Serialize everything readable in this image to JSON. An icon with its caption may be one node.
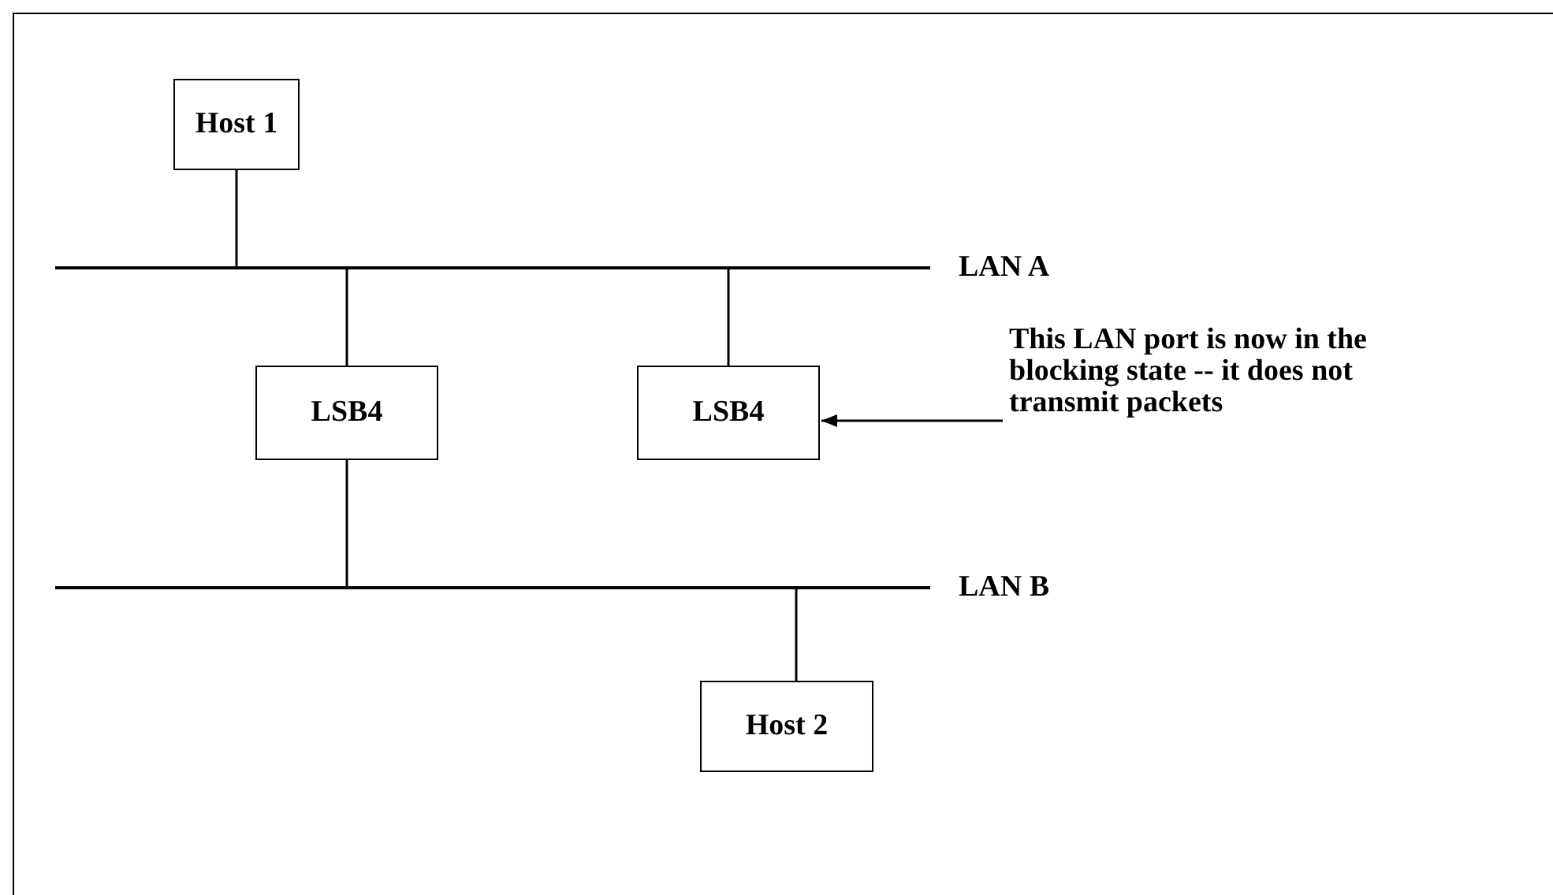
{
  "diagram": {
    "nodes": [
      {
        "text": [
          "Host 1"
        ]
      },
      {
        "text": [
          "LAN A"
        ]
      },
      {
        "text": [
          "LSB4"
        ]
      },
      {
        "text": [
          "LSB4"
        ]
      },
      {
        "text": [
          "This LAN port is now in the blocking state -- it does not transmit packets"
        ]
      },
      {
        "text": [
          "LAN B"
        ]
      },
      {
        "text": [
          "Host 2"
        ]
      }
    ],
    "edges": [
      {
        "from": 0,
        "to": 1,
        "arrow": "none"
      },
      {
        "from": 1,
        "to": 2,
        "arrow": "none"
      },
      {
        "from": 1,
        "to": 3,
        "arrow": "none"
      },
      {
        "from": 4,
        "to": 3,
        "arrow": "to"
      },
      {
        "from": 2,
        "to": 5,
        "arrow": "none"
      },
      {
        "from": 5,
        "to": 6,
        "arrow": "none"
      }
    ]
  }
}
